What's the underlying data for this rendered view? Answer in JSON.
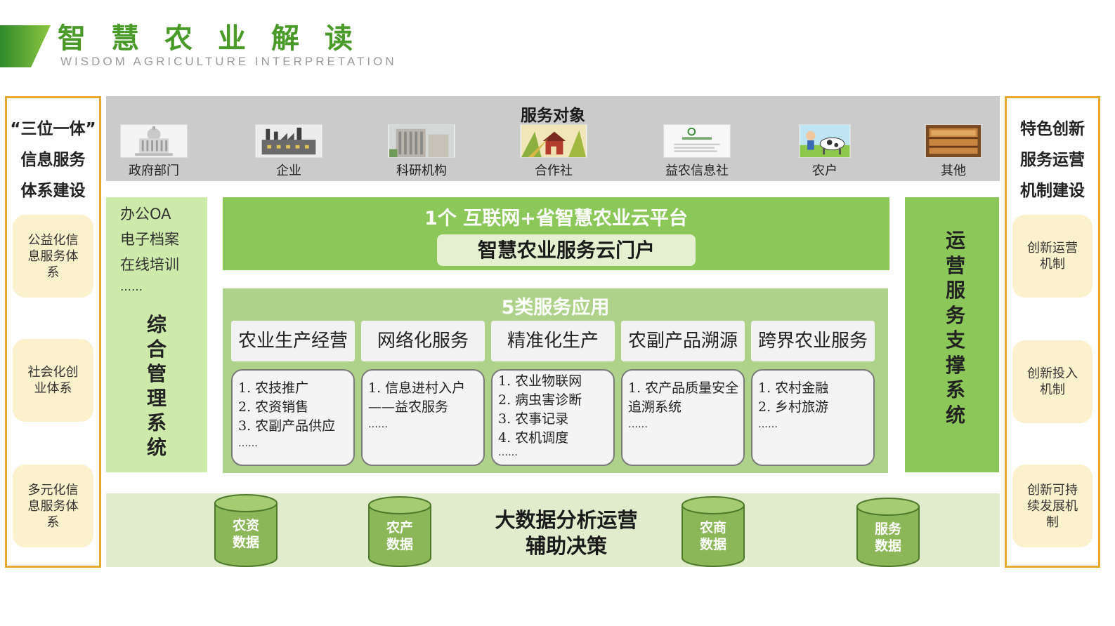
{
  "header": {
    "title": "智慧农业解读",
    "subtitle": "WISDOM AGRICULTURE INTERPRETATION"
  },
  "left_panel": {
    "title_lines": [
      "“三位一体”",
      "信息服务",
      "体系建设"
    ],
    "items": [
      "公益化信息服务体系",
      "社会化创业体系",
      "多元化信息服务体系"
    ]
  },
  "right_panel": {
    "title_lines": [
      "特色创新",
      "服务运营",
      "机制建设"
    ],
    "items": [
      "创新运营机制",
      "创新投入机制",
      "创新可持续发展机制"
    ]
  },
  "service_objects": {
    "title": "服务对象",
    "items": [
      "政府部门",
      "企业",
      "科研机构",
      "合作社",
      "益农信息社",
      "农户",
      "其他"
    ]
  },
  "management": {
    "list": [
      "办公OA",
      "电子档案",
      "在线培训",
      "……"
    ],
    "title": "综合管理系统"
  },
  "operations": {
    "title": "运营服务支撑系统"
  },
  "cloud": {
    "title": "1个 互联网+省智慧农业云平台",
    "portal": "智慧农业服务云门户"
  },
  "apps": {
    "title": "5类服务应用",
    "categories": [
      {
        "name": "农业生产经营",
        "items": [
          "1. 农技推广",
          "2. 农资销售",
          "3. 农副产品供应",
          "……"
        ]
      },
      {
        "name": "网络化服务",
        "items": [
          "1. 信息进村入户——益农服务",
          "……"
        ]
      },
      {
        "name": "精准化生产",
        "items": [
          "1. 农业物联网",
          "2. 病虫害诊断",
          "3. 农事记录",
          "4. 农机调度",
          "……"
        ]
      },
      {
        "name": "农副产品溯源",
        "items": [
          "1. 农产品质量安全追溯系统",
          "……"
        ]
      },
      {
        "name": "跨界农业服务",
        "items": [
          "1. 农村金融",
          "2. 乡村旅游",
          "……"
        ]
      }
    ]
  },
  "big_data": {
    "title_lines": [
      "大数据分析运营",
      "辅助决策"
    ],
    "databases": [
      "农资数据",
      "农产数据",
      "农商数据",
      "服务数据"
    ]
  },
  "colors": {
    "accent_green": "#4a9a2a",
    "panel_green": "#8cc75a",
    "light_green": "#cdeaaa",
    "orange_border": "#e5a92e",
    "pill_yellow": "#fbf1cc",
    "cylinder_green": "#8cb758"
  }
}
